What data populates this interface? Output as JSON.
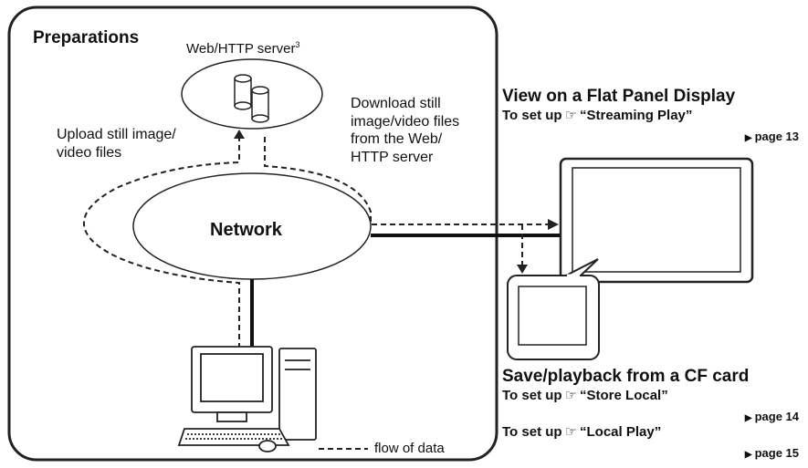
{
  "preparations_title": "Preparations",
  "web_server_label": "Web/HTTP server",
  "web_server_footnote": "3",
  "upload_text": [
    "Upload still image/",
    "video files"
  ],
  "download_text": [
    "Download still",
    "image/video files",
    "from the Web/",
    "HTTP server"
  ],
  "network_label": "Network",
  "legend_text": "flow of data",
  "flat_panel": {
    "heading": "View on a Flat Panel Display",
    "setup_prefix": "To set up",
    "setup_target": "“Streaming Play”",
    "page_ref": "page 13"
  },
  "cf_card": {
    "heading": "Save/playback from a CF card",
    "store_prefix": "To set up",
    "store_target": "“Store Local”",
    "store_page": "page 14",
    "play_prefix": "To set up",
    "play_target": "“Local Play”",
    "play_page": "page 15"
  },
  "icons": {
    "pointer": "pointing-hand-icon",
    "page_arrow": "triangle-right-icon"
  }
}
